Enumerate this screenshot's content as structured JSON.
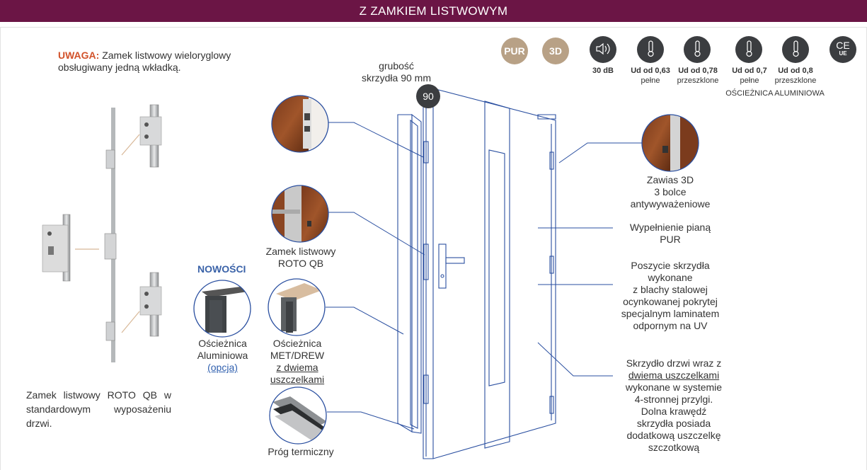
{
  "header": {
    "title": "Z ZAMKIEM LISTWOWYM"
  },
  "warning": {
    "label": "UWAGA:",
    "text": "Zamek listwowy wieloryglowy obsługiwany jedną wkładką."
  },
  "lock_caption": "Zamek listwowy ROTO QB w standardowym wyposażeniu drzwi.",
  "badges": [
    {
      "text": "PUR"
    },
    {
      "text": "3D"
    },
    {
      "icon": "speaker-icon",
      "line1": "30 dB",
      "line2": ""
    },
    {
      "icon": "thermometer-icon",
      "line1": "Ud od 0,63",
      "line2": "pełne"
    },
    {
      "icon": "thermometer-icon",
      "line1": "Ud od 0,78",
      "line2": "przeszklone"
    },
    {
      "icon": "thermometer-icon",
      "line1": "Ud od 0,7",
      "line2": "pełne"
    },
    {
      "icon": "thermometer-icon",
      "line1": "Ud od 0,8",
      "line2": "przeszklone"
    },
    {
      "text": "CE",
      "sub": "UE"
    }
  ],
  "aluminium_frame_note": "OŚCIEŻNICA ALUMINIOWA",
  "thickness": {
    "label_line1": "grubość",
    "label_line2": "skrzydła 90 mm",
    "value": "90"
  },
  "nowosci": "NOWOŚCI",
  "callouts": {
    "lock": [
      "Zamek listwowy",
      "ROTO QB"
    ],
    "alu_frame": [
      "Ościeżnica",
      "Aluminiowa"
    ],
    "alu_frame_option": "(opcja)",
    "met_frame": [
      "Ościeżnica",
      "MET/DREW",
      "z dwiema",
      "uszczelkami"
    ],
    "threshold": "Próg termiczny",
    "hinge": [
      "Zawias 3D",
      "3 bolce",
      "antywyważeniowe"
    ],
    "foam": [
      "Wypełnienie pianą",
      "PUR"
    ],
    "coating": [
      "Poszycie skrzydła",
      "wykonane",
      "z blachy stalowej",
      "ocynkowanej pokrytej",
      "specjalnym laminatem",
      "odpornym na UV"
    ],
    "seals": [
      "Skrzydło drzwi wraz z",
      "dwiema uszczelkami",
      "wykonane w systemie",
      "4-stronnej przylgi.",
      "Dolna krawędź",
      "skrzydła posiada",
      "dodatkową uszczelkę",
      "szczotkową"
    ]
  },
  "colors": {
    "banner": "#6b1545",
    "accent_warn": "#d2522a",
    "accent_blue": "#3a62a8",
    "callout_line": "#2a4fa0",
    "badge_beige": "#b8a186",
    "badge_dark": "#3b3d40"
  }
}
